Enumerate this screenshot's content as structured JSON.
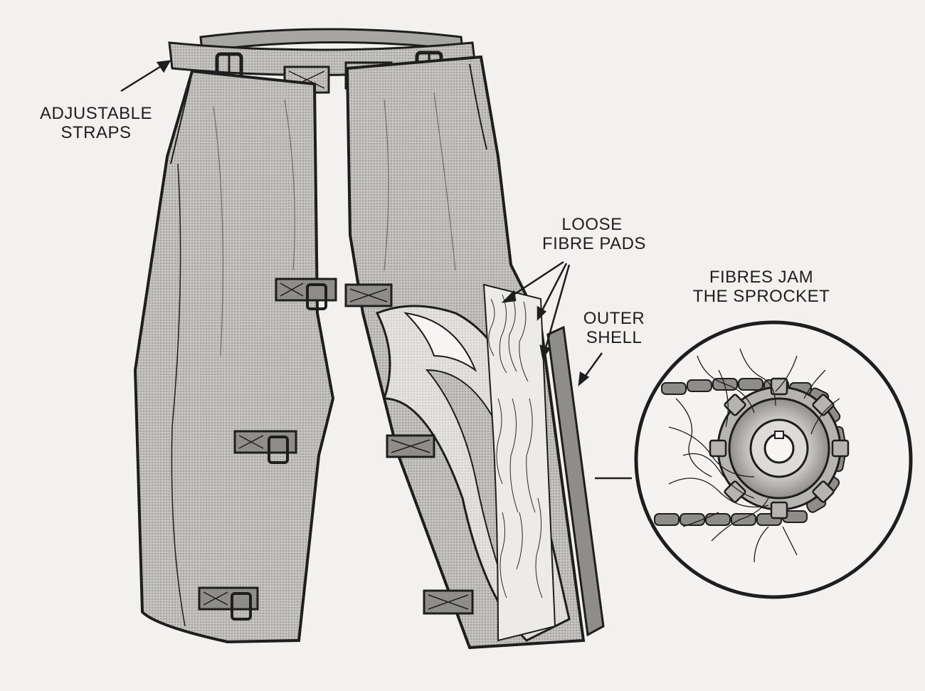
{
  "labels": {
    "adjustable_straps": {
      "line1": "ADJUSTABLE",
      "line2": "STRAPS"
    },
    "loose_fibre_pads": {
      "line1": "LOOSE",
      "line2": "FIBRE PADS"
    },
    "outer_shell": {
      "line1": "OUTER",
      "line2": "SHELL"
    },
    "fibres_jam": {
      "line1": "FIBRES JAM",
      "line2": "THE SPROCKET"
    }
  },
  "colors": {
    "background": "#f2f1ef",
    "ink": "#1e1e1e",
    "fabric": "#bdbcb9",
    "fabric_light": "#d8d7d4",
    "strap": "#8e8d8a",
    "fibre": "#ecebe8",
    "metal": "#c9c8c5"
  }
}
